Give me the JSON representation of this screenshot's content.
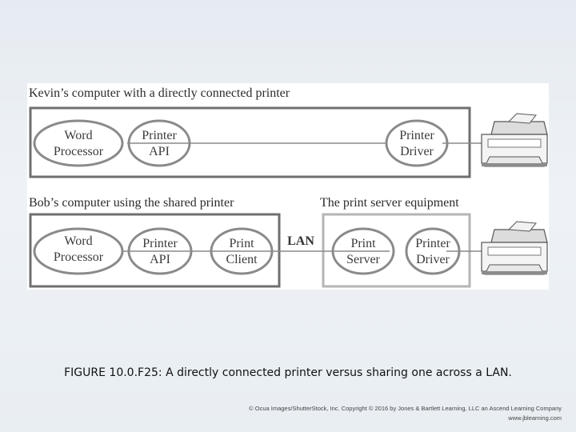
{
  "diagram": {
    "kevin_title": "Kevin’s computer with a directly connected printer",
    "bob_title": "Bob’s computer using the shared printer",
    "server_title": "The print server equipment",
    "lan_label": "LAN",
    "kevin_nodes": {
      "word_processor": [
        "Word",
        "Processor"
      ],
      "printer_api": [
        "Printer",
        "API"
      ],
      "printer_driver": [
        "Printer",
        "Driver"
      ]
    },
    "bob_nodes": {
      "word_processor": [
        "Word",
        "Processor"
      ],
      "printer_api": [
        "Printer",
        "API"
      ],
      "print_client": [
        "Print",
        "Client"
      ]
    },
    "server_nodes": {
      "print_server": [
        "Print",
        "Server"
      ],
      "printer_driver": [
        "Printer",
        "Driver"
      ]
    }
  },
  "caption": "FIGURE 10.0.F25: A directly connected printer versus sharing one across a LAN.",
  "copyright": {
    "line1": "© Ocua Images/ShutterStock, Inc. Copyright © 2016 by Jones & Bartlett Learning, LLC an Ascend Learning Company",
    "line2": "www.jblearning.com"
  }
}
